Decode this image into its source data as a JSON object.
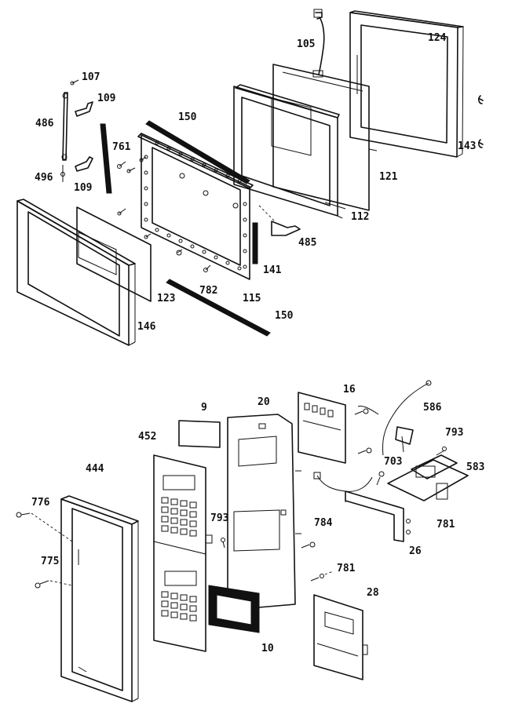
{
  "callouts": {
    "c105": "105",
    "c124": "124",
    "c107": "107",
    "c109a": "109",
    "c486": "486",
    "c150a": "150",
    "c761a": "761",
    "c496": "496",
    "c109b": "109",
    "c143": "143",
    "c121": "121",
    "c112": "112",
    "c485": "485",
    "c141": "141",
    "c123": "123",
    "c782": "782",
    "c115": "115",
    "c146": "146",
    "c150b": "150",
    "c16": "16",
    "c9": "9",
    "c20": "20",
    "c586": "586",
    "c452": "452",
    "c793a": "793",
    "c444": "444",
    "c583": "583",
    "c776": "776",
    "c793b": "793",
    "c703": "703",
    "c784": "784",
    "c781a": "781",
    "c26": "26",
    "c775": "775",
    "c781b": "781",
    "c28": "28",
    "c10": "10"
  }
}
